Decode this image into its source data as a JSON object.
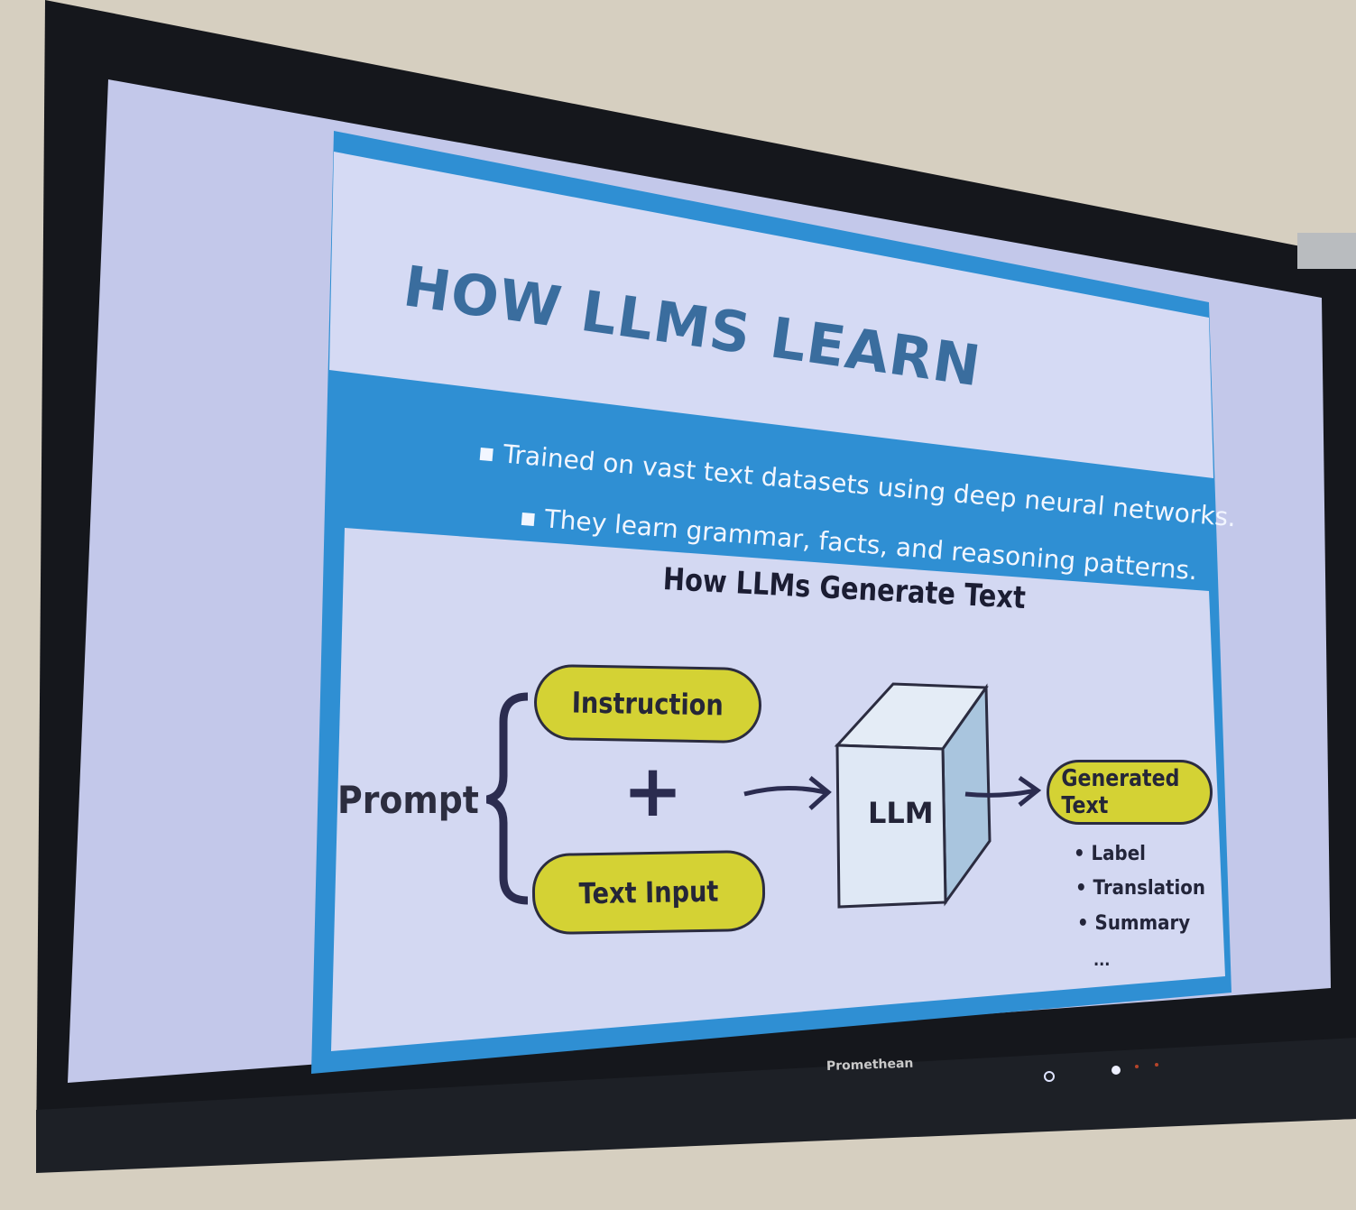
{
  "slide": {
    "title": "HOW LLMS LEARN",
    "bullets": [
      "Trained on vast text datasets using deep neural networks.",
      "They learn grammar, facts, and reasoning patterns."
    ],
    "diagram": {
      "title": "How LLMs Generate Text",
      "prompt_label": "Prompt",
      "instruction": "Instruction",
      "plus": "+",
      "text_input": "Text Input",
      "model": "LLM",
      "output": "Generated Text",
      "output_examples": [
        "Label",
        "Translation",
        "Summary",
        "..."
      ]
    }
  },
  "display": {
    "brand": "Promethean"
  },
  "colors": {
    "accent_blue": "#2f8fd3",
    "title_blue": "#3a6d9e",
    "pill_yellow": "#d4d234",
    "bezel": "#15171c"
  }
}
